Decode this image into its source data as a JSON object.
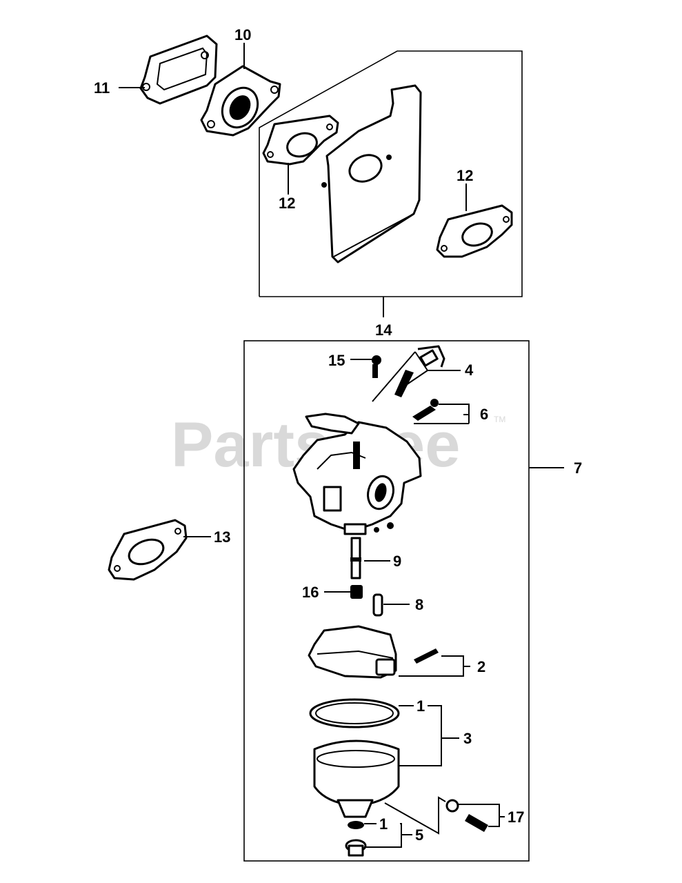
{
  "watermark": {
    "text": "PartsTree",
    "tm": "TM"
  },
  "callouts": {
    "c1a": "1",
    "c1b": "1",
    "c2": "2",
    "c3": "3",
    "c4": "4",
    "c5": "5",
    "c6": "6",
    "c7": "7",
    "c8": "8",
    "c9": "9",
    "c10": "10",
    "c11": "11",
    "c12a": "12",
    "c12b": "12",
    "c13": "13",
    "c14": "14",
    "c15": "15",
    "c16": "16",
    "c17": "17"
  }
}
